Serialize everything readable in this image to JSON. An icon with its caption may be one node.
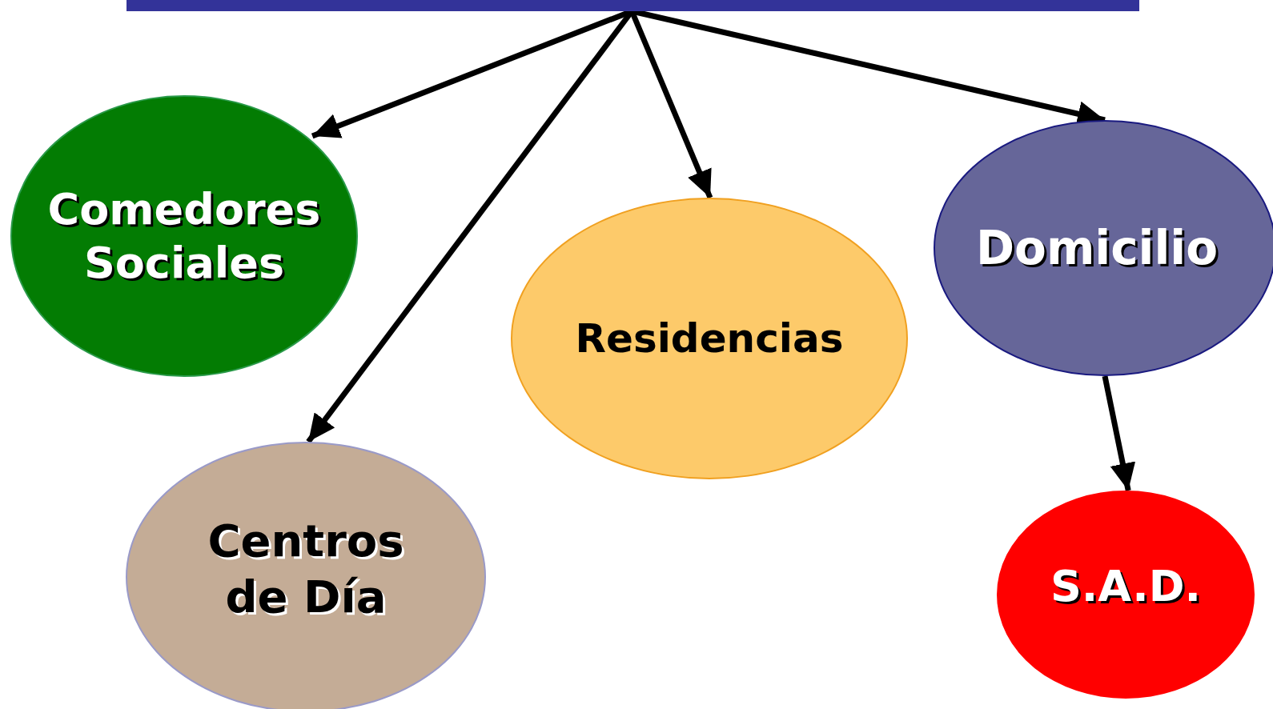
{
  "diagram": {
    "nodes": [
      {
        "text": [],
        "shape": "bar"
      },
      {
        "text": [
          "Comedores Sociales"
        ]
      },
      {
        "text": [
          "Centros de Día"
        ]
      },
      {
        "text": [
          "Residencias"
        ]
      },
      {
        "text": [
          "Domicilio"
        ]
      },
      {
        "text": [
          "S.A.D."
        ]
      }
    ],
    "edges": [
      {
        "from": 0,
        "to": 1,
        "arrow": "to"
      },
      {
        "from": 0,
        "to": 2,
        "arrow": "to"
      },
      {
        "from": 0,
        "to": 3,
        "arrow": "to"
      },
      {
        "from": 0,
        "to": 4,
        "arrow": "to"
      },
      {
        "from": 4,
        "to": 5,
        "arrow": "to"
      }
    ]
  }
}
